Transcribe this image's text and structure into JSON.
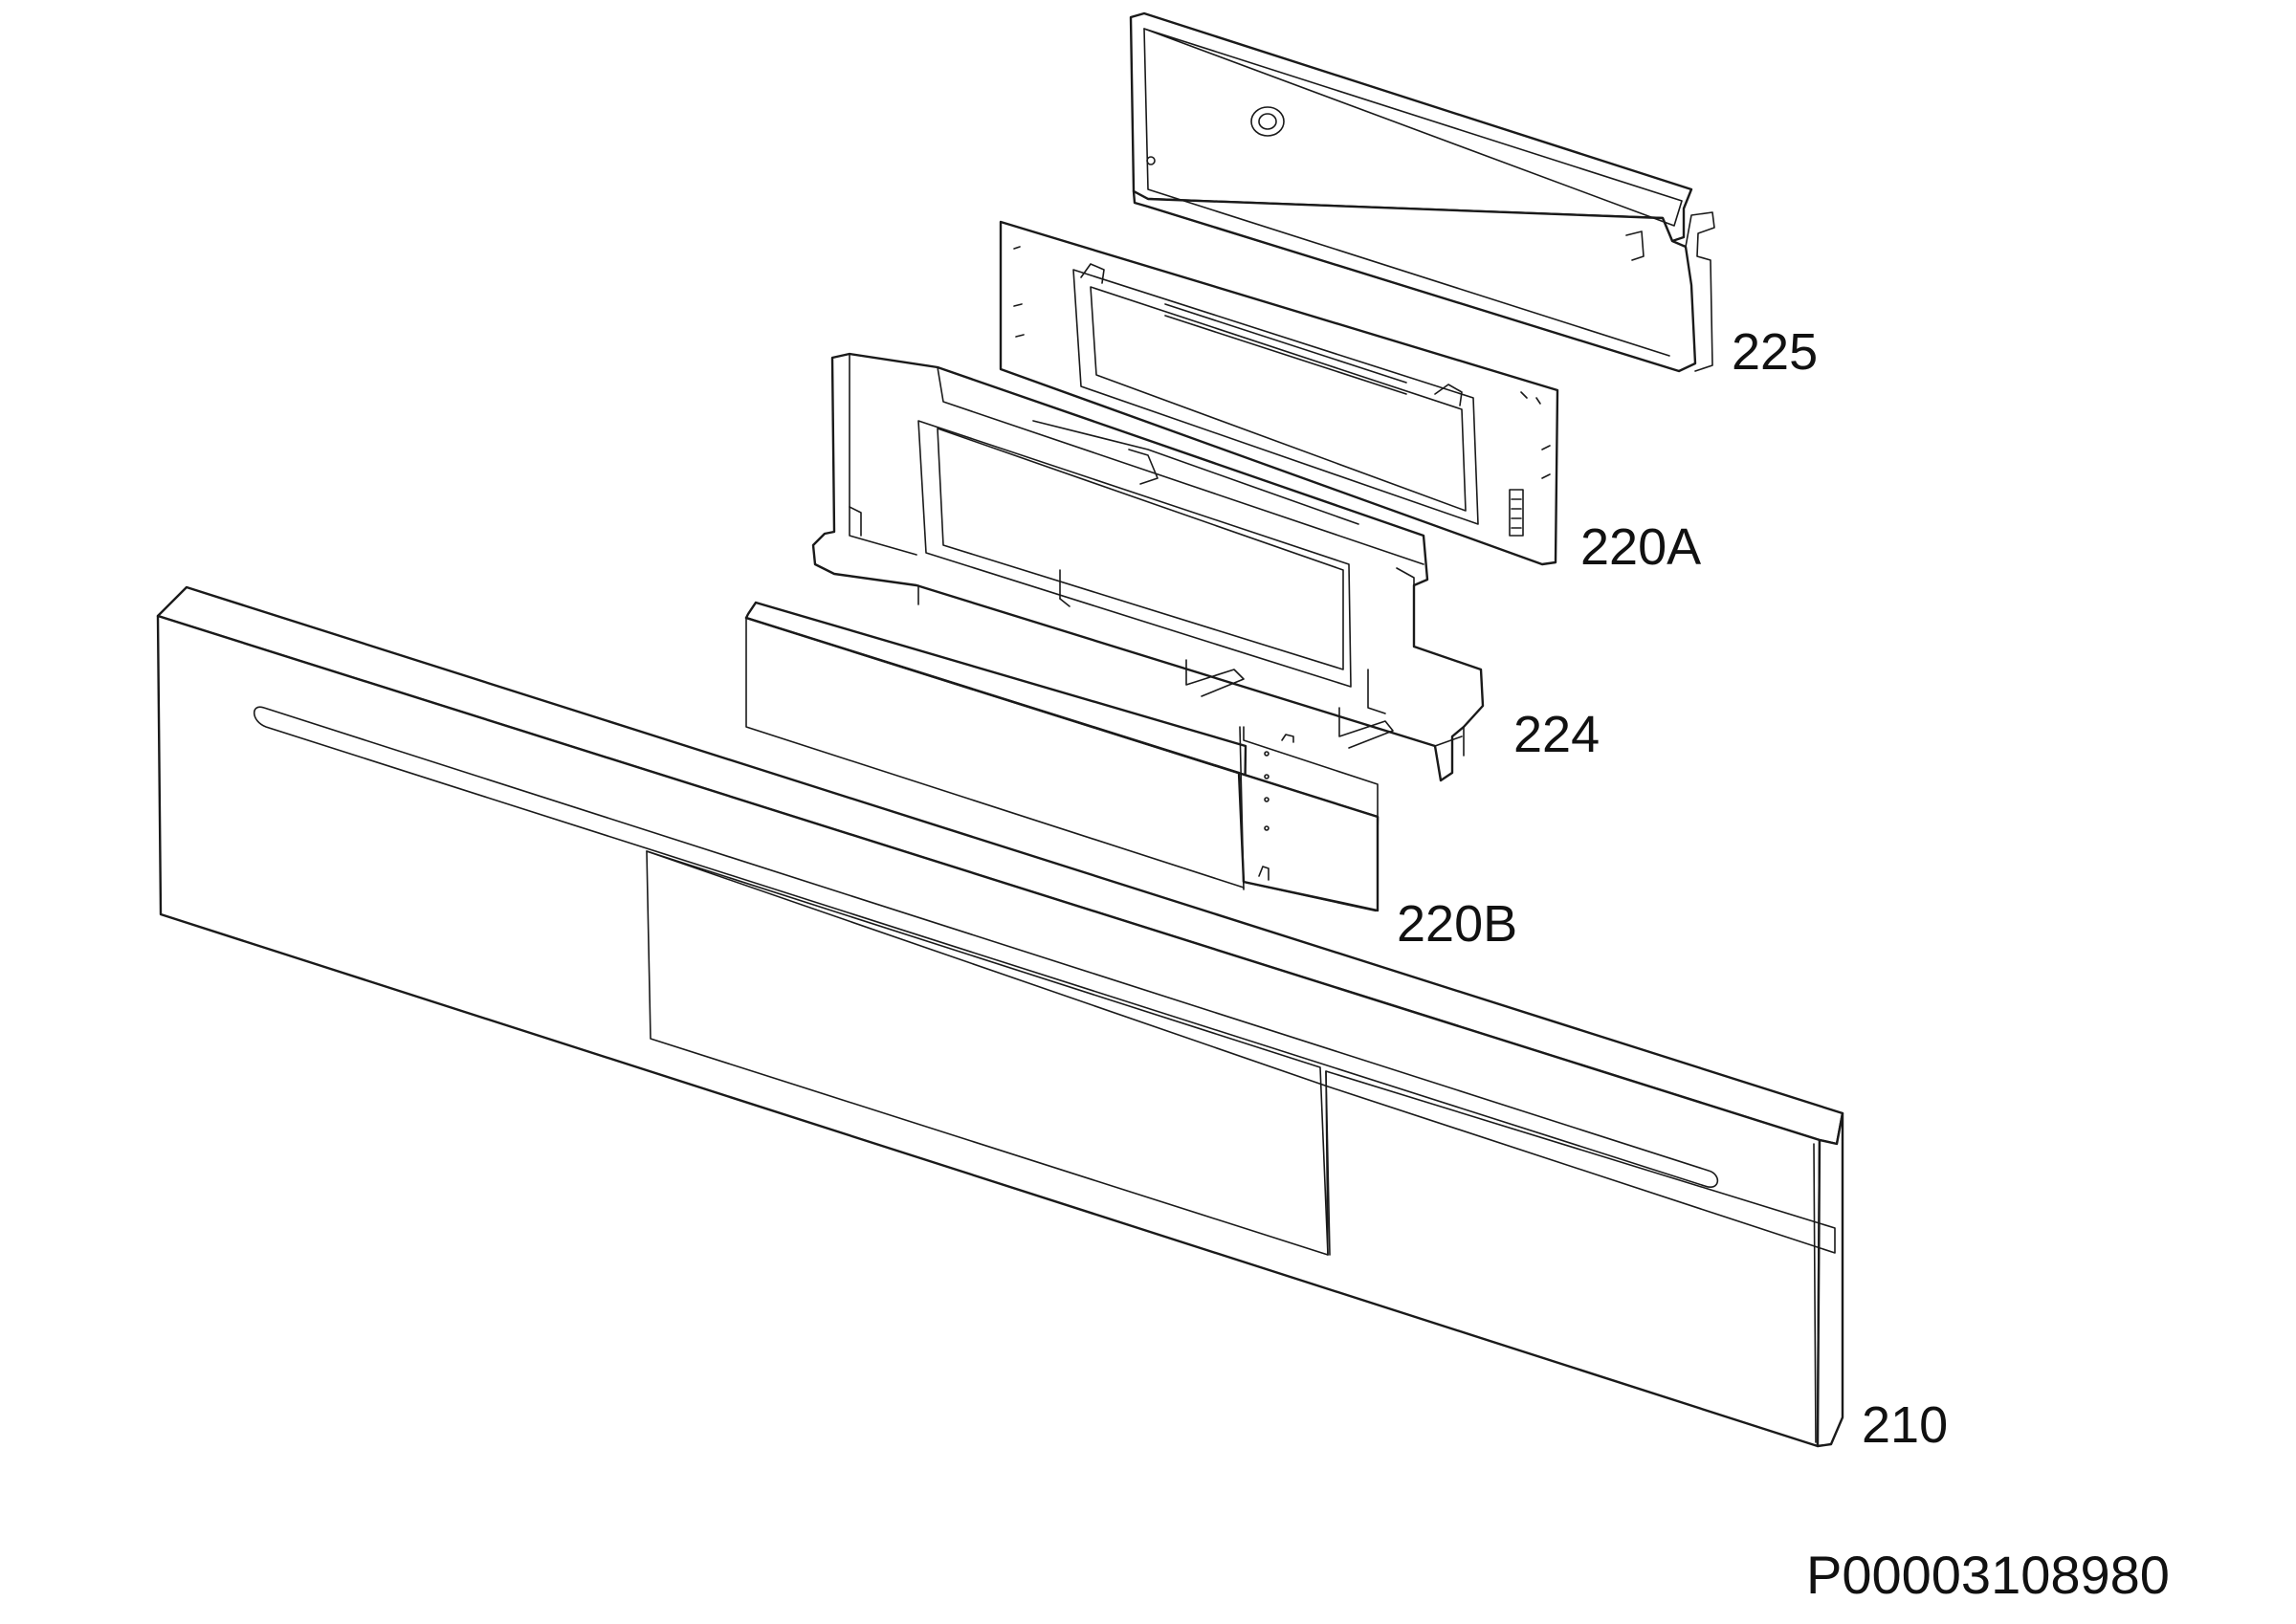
{
  "callouts": {
    "part_225": "225",
    "part_220a": "220A",
    "part_224": "224",
    "part_220b": "220B",
    "part_210": "210"
  },
  "reference_code": "P00003108980",
  "colors": {
    "line": "#1a1a1a",
    "background": "#ffffff"
  }
}
